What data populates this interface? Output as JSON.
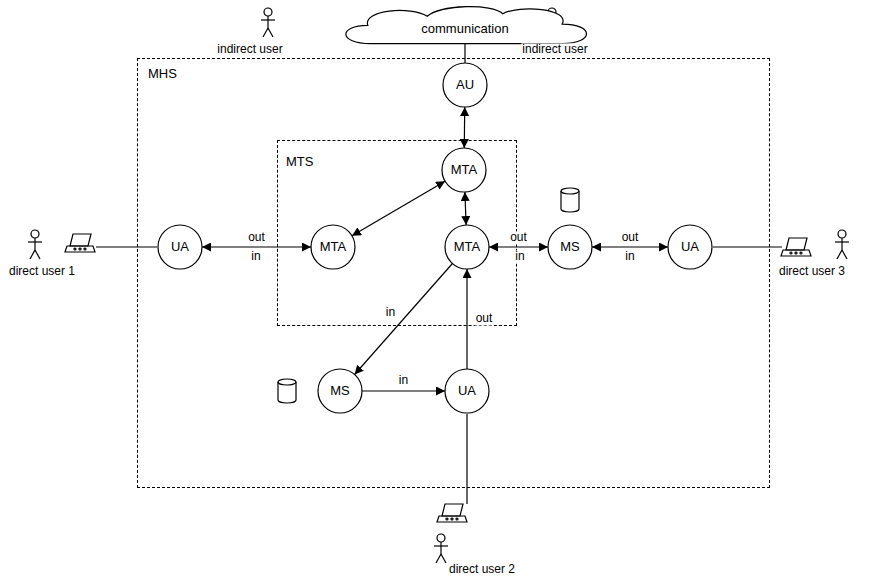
{
  "diagram": {
    "nodes": [
      {
        "text": [
          "MHS"
        ]
      },
      {
        "text": [
          "communication"
        ]
      },
      {
        "text": [
          "AU"
        ],
        "in": 0
      },
      {
        "text": [
          "MTS"
        ],
        "in": 0
      },
      {
        "text": [
          "MTA"
        ],
        "in": 3
      },
      {
        "text": [
          "UA"
        ],
        "in": 0
      },
      {
        "text": [
          "MTA"
        ],
        "in": 3
      },
      {
        "text": [
          "MTA"
        ],
        "in": 3
      },
      {
        "text": [
          "MS"
        ],
        "in": 0
      },
      {
        "text": [
          "UA"
        ],
        "in": 0
      },
      {
        "text": [
          "MS"
        ],
        "in": 0
      },
      {
        "text": [
          "UA"
        ],
        "in": 0
      }
    ],
    "edges": [
      {
        "from": 1,
        "to": 2,
        "arrow": "none"
      },
      {
        "from": 2,
        "to": 4,
        "arrow": "both"
      },
      {
        "from": 4,
        "to": 6,
        "arrow": "both"
      },
      {
        "from": 4,
        "to": 7,
        "arrow": "both"
      },
      {
        "from": 5,
        "to": 6,
        "label": "out",
        "arrow": "both"
      },
      {
        "from": 7,
        "to": 8,
        "label": "out",
        "arrow": "both"
      },
      {
        "from": 8,
        "to": 9,
        "label": "out",
        "arrow": "both"
      },
      {
        "from": 7,
        "to": 10,
        "label": "in",
        "arrow": "to"
      },
      {
        "from": 10,
        "to": 11,
        "label": "in",
        "arrow": "to"
      },
      {
        "from": 11,
        "to": 7,
        "label": "out",
        "arrow": "to"
      }
    ],
    "labels": [
      "indirect user",
      "indirect user",
      "direct user 1",
      "direct user 2",
      "direct user 3",
      "in",
      "in",
      "in"
    ]
  }
}
